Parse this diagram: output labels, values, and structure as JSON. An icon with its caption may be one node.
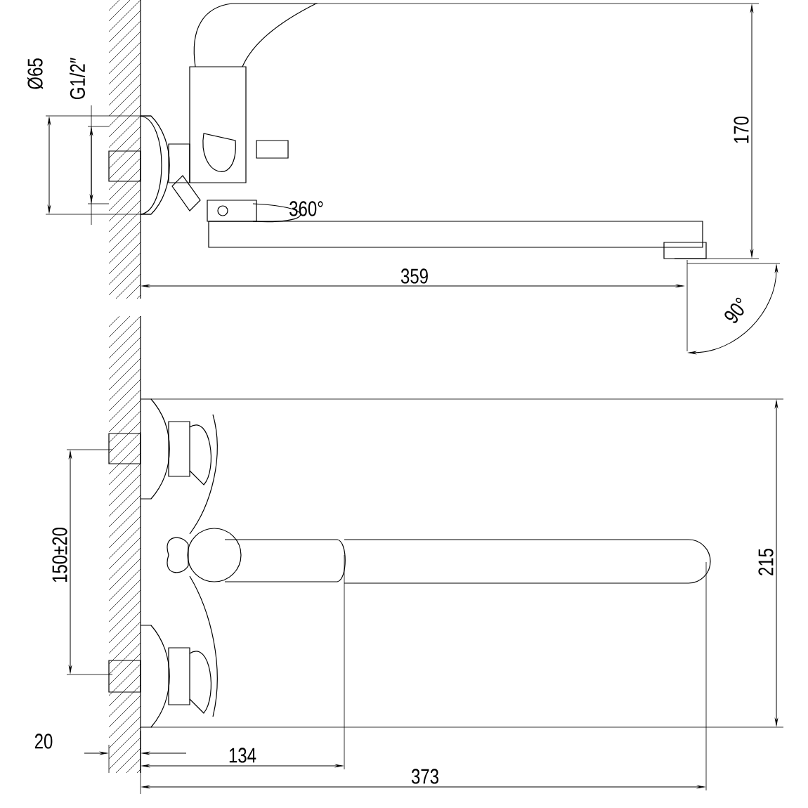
{
  "diagram": {
    "labels": [
      "Ø65",
      "G1/2″",
      "360°",
      "170",
      "359",
      "90°",
      "150±20",
      "215",
      "20",
      "134",
      "373"
    ]
  }
}
